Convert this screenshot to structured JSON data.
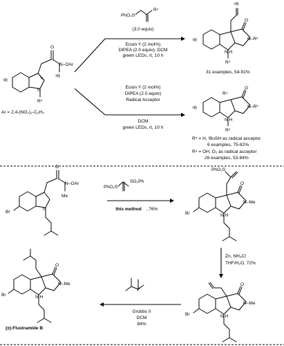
{
  "top_scheme": {
    "reagent_allyl_sulfone": "PhO₂S",
    "reagent_R4": "R⁴",
    "reagent_equiv": "(3.0 equiv)",
    "cond1_line1": "Eosin Y (2 mol%)",
    "cond1_line2": "DIPEA (2.0 equiv), DCM",
    "cond1_line3": "green LEDs, rt, 10 h",
    "cond2_line1": "Eosin Y (2 mol%)",
    "cond2_line2": "DIPEA (2.0 equiv)",
    "cond2_line3": "Radical Acceptor",
    "cond2_line4": "DCM",
    "cond2_line5": "green LEDs, rt, 10 h",
    "ar_definition": "Ar = 2,4-(NO₂)₂-C₆H₃",
    "sm_R1": "¹R",
    "sm_N": "N",
    "sm_O": "O",
    "sm_OAr": "N–OAr",
    "sm_R3": "³R",
    "sm_R2": "R²",
    "prod1_R4": "⁴R",
    "prod1_R1": "¹R",
    "prod1_R3": "N–R³",
    "prod1_R2": "N  H",
    "prod1_R2b": "R²",
    "prod1_O": "O",
    "prod1_examples": "31 examples, 54-91%",
    "prod2_R4": "R⁴",
    "prod2_R1": "¹R",
    "prod2_R3": "N–R³",
    "prod2_NH": "N  H",
    "prod2_R2": "R²",
    "prod2_O": "O",
    "note1_line1": "R⁴ = H, ᵗBuSH as radical acceptor",
    "note1_line2": "6 examples, 75-82%",
    "note2_line1": "R⁴ = OH, O₂ as radical acceptor",
    "note2_line2": "26 examples, 53-84%"
  },
  "bottom_scheme": {
    "sm_Br": "Br",
    "sm_N": "N",
    "sm_O": "O",
    "sm_OAr": "N–OAr",
    "sm_Me": "Me",
    "reagent": "PhO₂S",
    "reagent_right": "SO₂Ph",
    "step1_label": "this method",
    "step1_yield": ", 76%",
    "int1_sulfone": "PhO₂S",
    "int1_Br": "Br",
    "int1_NMe": "N–Me",
    "int1_NH": "N  H",
    "int1_O": "O",
    "step2_line1": "Zn, NH₄Cl",
    "step2_line2": "THF/H₂O, 72%",
    "int2_Br": "Br",
    "int2_NMe": "N–Me",
    "int2_NH": "N  H",
    "int2_O": "O",
    "step3_line1": "Grubbs II",
    "step3_line2": "DCM",
    "step3_line3": "84%",
    "final_Br": "Br",
    "final_NMe": "N–Me",
    "final_NH": "N  H",
    "final_O": "O",
    "final_name": "(±)-Flustramide B"
  }
}
